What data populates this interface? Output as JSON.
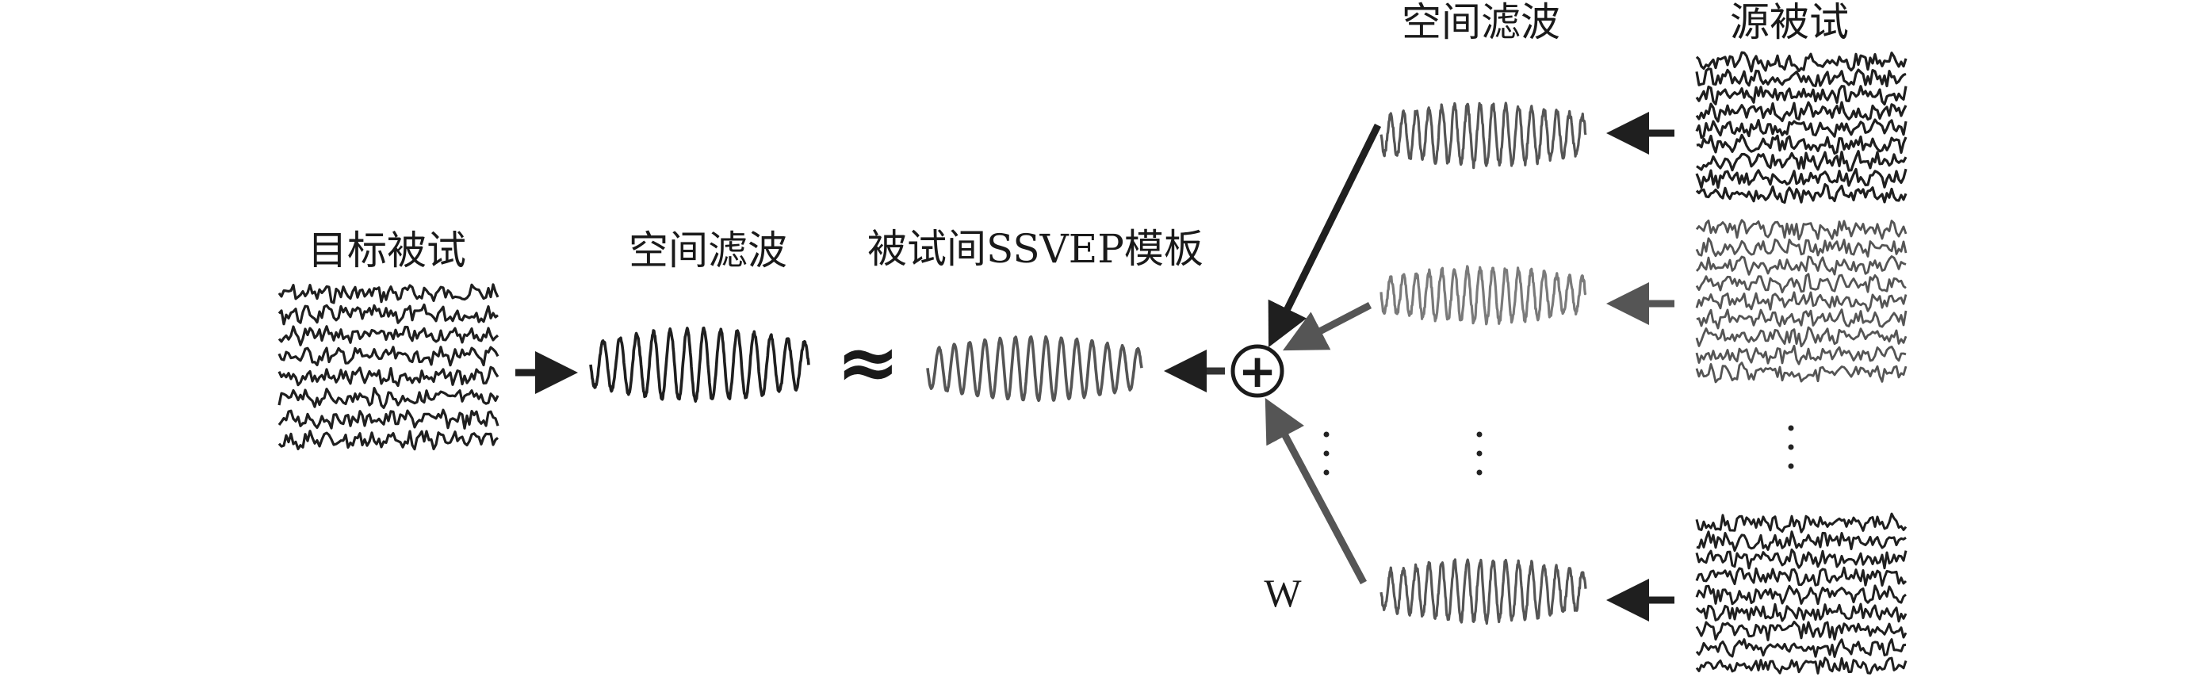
{
  "labels": {
    "target_subject": "目标被试",
    "spatial_filter_left": "空间滤波",
    "approx_symbol": "≈",
    "template": "被试间SSVEP模板",
    "spatial_filter_right": "空间滤波",
    "source_subject": "源被试",
    "weight": "W",
    "sum_symbol": "+"
  },
  "colors": {
    "dark": "#1f1f1f",
    "mid": "#555555",
    "light": "#7a7a7a"
  }
}
